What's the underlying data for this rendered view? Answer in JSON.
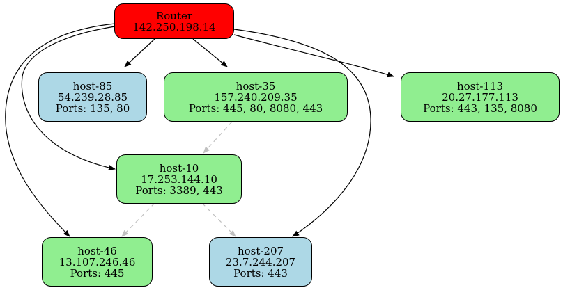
{
  "colors": {
    "router": "#ff0000",
    "blue_host": "#add8e6",
    "green_host": "#90ee90",
    "edge": "#000000",
    "dashed_edge": "#c0c0c0"
  },
  "nodes": {
    "router": {
      "name": "Router",
      "ip": "142.250.198.14"
    },
    "host85": {
      "name": "host-85",
      "ip": "54.239.28.85",
      "ports": "Ports: 135, 80"
    },
    "host35": {
      "name": "host-35",
      "ip": "157.240.209.35",
      "ports": "Ports: 445, 80, 8080, 443"
    },
    "host113": {
      "name": "host-113",
      "ip": "20.27.177.113",
      "ports": "Ports: 443, 135, 8080"
    },
    "host10": {
      "name": "host-10",
      "ip": "17.253.144.10",
      "ports": "Ports: 3389, 443"
    },
    "host46": {
      "name": "host-46",
      "ip": "13.107.246.46",
      "ports": "Ports: 445"
    },
    "host207": {
      "name": "host-207",
      "ip": "23.7.244.207",
      "ports": "Ports: 443"
    }
  },
  "edges": [
    {
      "from": "router",
      "to": "host85",
      "style": "solid"
    },
    {
      "from": "router",
      "to": "host35",
      "style": "solid"
    },
    {
      "from": "router",
      "to": "host113",
      "style": "solid"
    },
    {
      "from": "router",
      "to": "host10",
      "style": "solid"
    },
    {
      "from": "router",
      "to": "host46",
      "style": "solid"
    },
    {
      "from": "router",
      "to": "host207",
      "style": "solid"
    },
    {
      "from": "host35",
      "to": "host10",
      "style": "dashed"
    },
    {
      "from": "host10",
      "to": "host46",
      "style": "dashed"
    },
    {
      "from": "host10",
      "to": "host207",
      "style": "dashed"
    }
  ]
}
